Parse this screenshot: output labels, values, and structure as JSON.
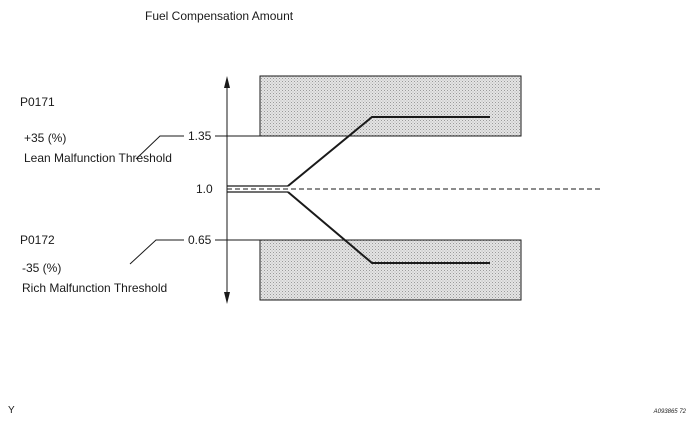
{
  "title": "Fuel Compensation Amount",
  "lean": {
    "code": "P0171",
    "percent": "+35 (%)",
    "label": "Lean Malfunction Threshold",
    "value_label": "1.35"
  },
  "rich": {
    "code": "P0172",
    "percent": "-35 (%)",
    "label": "Rich Malfunction Threshold",
    "value_label": "0.65"
  },
  "baseline_label": "1.0",
  "corner_left": "Y",
  "corner_right": "A093865 72",
  "colors": {
    "ink": "#1a1a1a",
    "zone_fill": "#e4e4e4",
    "zone_dots": "#9a9a9a"
  }
}
